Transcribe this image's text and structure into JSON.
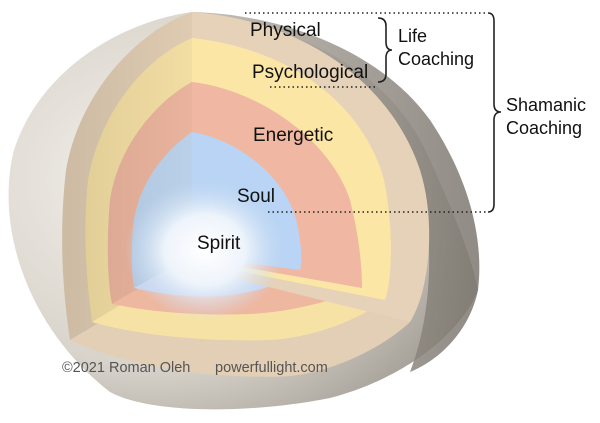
{
  "layers": {
    "physical": "Physical",
    "psychological": "Psychological",
    "energetic": "Energetic",
    "soul": "Soul",
    "spirit": "Spirit"
  },
  "brackets": {
    "life_coaching_line1": "Life",
    "life_coaching_line2": "Coaching",
    "shamanic_line1": "Shamanic",
    "shamanic_line2": "Coaching"
  },
  "footer": {
    "copyright": "©2021 Roman Oleh",
    "website": "powerfullight.com"
  },
  "colors": {
    "physical": "#e6d2b8",
    "psychological": "#fbe6a6",
    "energetic": "#f0b8a2",
    "soul": "#b9d4f4",
    "spirit_glow": "#ffffff"
  }
}
